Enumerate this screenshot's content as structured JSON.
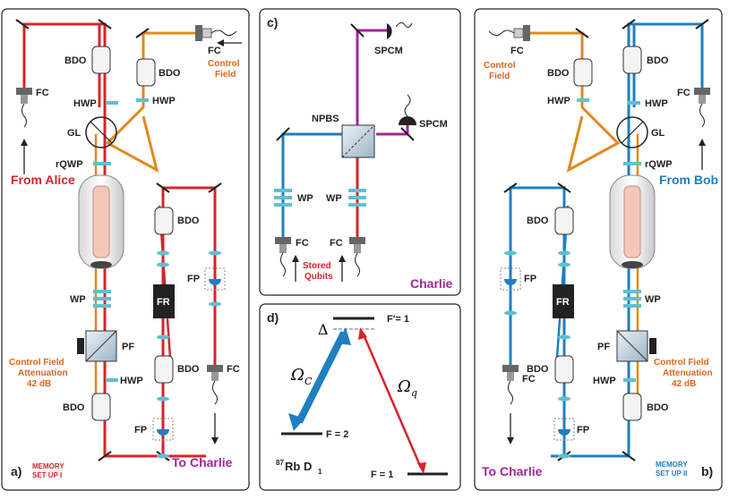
{
  "panel_a": {
    "tag": "a)",
    "caption_line1": "MEMORY",
    "caption_line2": "SET UP I",
    "bdo": "BDO",
    "hwp": "HWP",
    "fc": "FC",
    "gl": "GL",
    "rqwp": "rQWP",
    "wp": "WP",
    "pf": "PF",
    "fr": "FR",
    "fp": "FP",
    "from": "From Alice",
    "control_line1": "Control",
    "control_line2": "Field",
    "atten_line1": "Control Field",
    "atten_line2": "Attenuation",
    "atten_line3": "42 dB",
    "to": "To Charlie"
  },
  "panel_b": {
    "tag": "b)",
    "caption_line1": "MEMORY",
    "caption_line2": "SET UP II",
    "bdo": "BDO",
    "hwp": "HWP",
    "fc": "FC",
    "gl": "GL",
    "rqwp": "rQWP",
    "wp": "WP",
    "pf": "PF",
    "fr": "FR",
    "fp": "FP",
    "from": "From Bob",
    "control_line1": "Control",
    "control_line2": "Field",
    "atten_line1": "Control Field",
    "atten_line2": "Attenuation",
    "atten_line3": "42 dB",
    "to": "To Charlie"
  },
  "panel_c": {
    "tag": "c)",
    "spcm": "SPCM",
    "npbs": "NPBS",
    "wp": "WP",
    "fc": "FC",
    "stored_line1": "Stored",
    "stored_line2": "Qubits",
    "title": "Charlie"
  },
  "panel_d": {
    "tag": "d)",
    "delta": "Δ",
    "f_prime": "F′= 1",
    "f2": "F = 2",
    "f1": "F = 1",
    "omega_c": "Ω",
    "omega_c_sub": "C",
    "omega_q": "Ω",
    "omega_q_sub": "q",
    "atom_sup": "87",
    "atom": "Rb D",
    "atom_sub": "1"
  },
  "colors": {
    "red": "#d6242b",
    "blue": "#1f7fc0",
    "orange": "#e0891f",
    "purple": "#a0259e",
    "wp_cyan": "#5fc0d0"
  }
}
